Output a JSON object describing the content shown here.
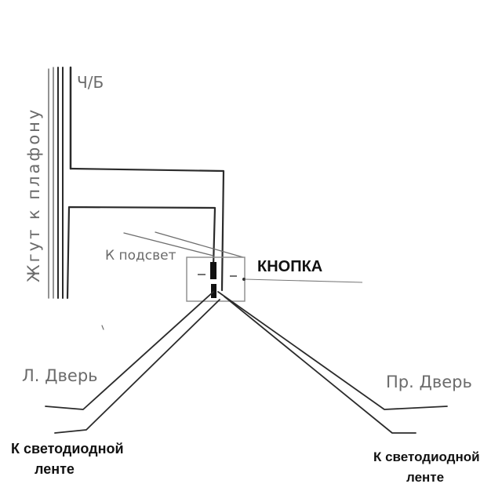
{
  "labels": {
    "harness": "Жгут к плафону",
    "wire_code": "Ч/Б",
    "to_backlight": "К подсвет",
    "button": "КНОПКА",
    "left_door": "Л. Дверь",
    "right_door": "Пр. Дверь",
    "led_strip_left_1": "К светодиодной",
    "led_strip_left_2": "ленте",
    "led_strip_right_1": "К светодиодной",
    "led_strip_right_2": "ленте"
  },
  "colors": {
    "ink": "#2b2b2b",
    "pencil": "#6b6b6b",
    "paper": "#ffffff"
  }
}
